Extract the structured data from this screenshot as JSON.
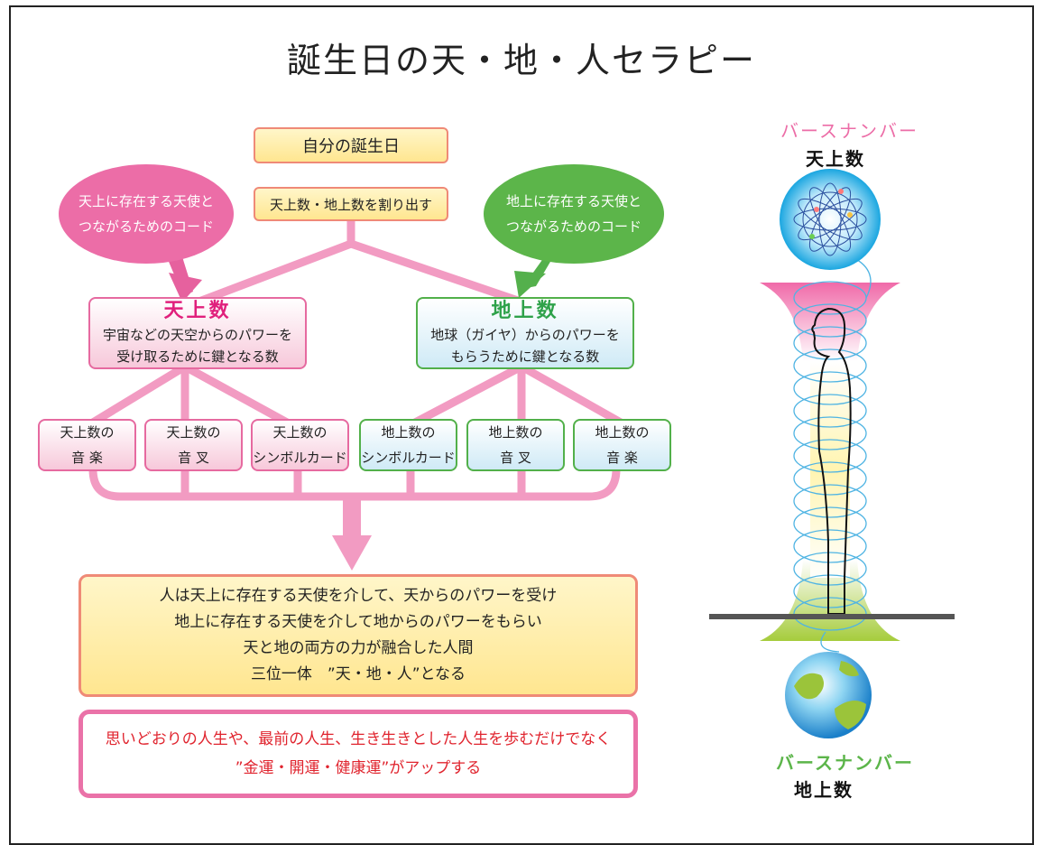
{
  "title": "誕生日の天・地・人セラピー",
  "flow": {
    "birthday": "自分の誕生日",
    "calc": "天上数・地上数を割り出す",
    "bubble_heaven": [
      "天上に存在する天使と",
      "つながるためのコード"
    ],
    "bubble_earth": [
      "地上に存在する天使と",
      "つながるためのコード"
    ],
    "heaven": {
      "heading": "天上数",
      "desc": [
        "宇宙などの天空からのパワーを",
        "受け取るために鍵となる数"
      ]
    },
    "earth": {
      "heading": "地上数",
      "desc": [
        "地球（ガイヤ）からのパワーを",
        "もらうために鍵となる数"
      ]
    },
    "leaves": [
      [
        "天上数の",
        "音 楽"
      ],
      [
        "天上数の",
        "音 叉"
      ],
      [
        "天上数の",
        "シンボルカード"
      ],
      [
        "地上数の",
        "シンボルカード"
      ],
      [
        "地上数の",
        "音 叉"
      ],
      [
        "地上数の",
        "音 楽"
      ]
    ],
    "summary": [
      "人は天上に存在する天使を介して、天からのパワーを受け",
      "地上に存在する天使を介して地からのパワーをもらい",
      "天と地の両方の力が融合した人間",
      "三位一体　”天・地・人”となる"
    ],
    "result": [
      "思いどおりの人生や、最前の人生、生き生きとした人生を歩むだけでなく",
      "”金運・開運・健康運”がアップする"
    ]
  },
  "side": {
    "top_label": "バースナンバー",
    "top_sub": "天上数",
    "bottom_label": "バースナンバー",
    "bottom_sub": "地上数"
  },
  "colors": {
    "pink": "#e66aa0",
    "green": "#52b04a",
    "connector": "#f29bc2",
    "red": "#e0242e"
  }
}
